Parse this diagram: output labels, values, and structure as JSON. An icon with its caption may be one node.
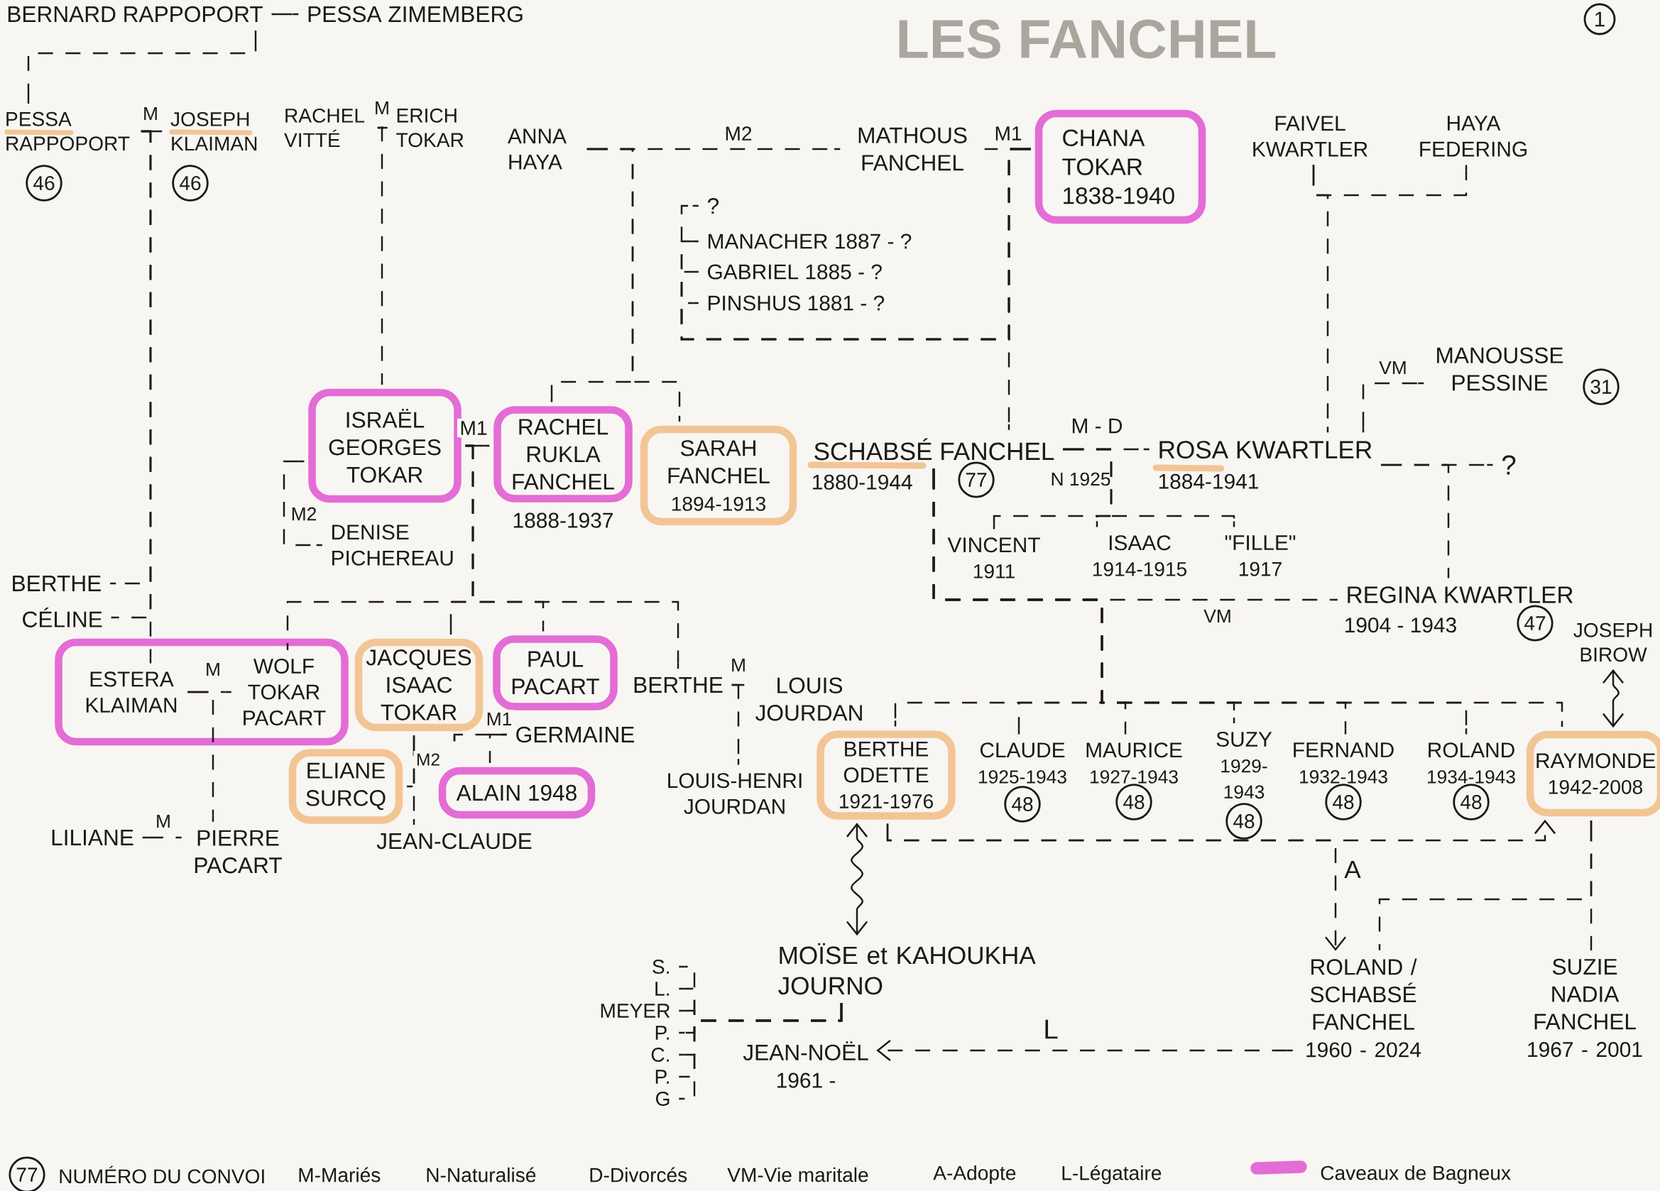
{
  "diagram": {
    "title": "LES FANCHEL",
    "nodes": [
      {
        "text": [
          "BERNARD RAPPOPORT"
        ]
      },
      {
        "text": [
          "PESSA ZIMEMBERG"
        ]
      },
      {
        "text": [
          "PESSA RAPPOPORT"
        ],
        "beside": [
          "46"
        ]
      },
      {
        "text": [
          "JOSEPH KLAIMAN"
        ],
        "beside": [
          "46"
        ]
      },
      {
        "text": [
          "RACHEL VITTÉ"
        ]
      },
      {
        "text": [
          "ERICH TOKAR"
        ]
      },
      {
        "text": [
          "ANNA HAYA"
        ]
      },
      {
        "text": [
          "MATHOUS FANCHEL"
        ]
      },
      {
        "text": [
          "CHANA TOKAR",
          "1838-1940"
        ]
      },
      {
        "text": [
          "FAIVEL KWARTLER"
        ]
      },
      {
        "text": [
          "HAYA FEDERING"
        ]
      },
      {
        "text": [
          "?"
        ]
      },
      {
        "text": [
          "MANACHER 1887 - ?"
        ]
      },
      {
        "text": [
          "GABRIEL 1885 - ?"
        ]
      },
      {
        "text": [
          "PINSHUS 1881 - ?"
        ]
      },
      {
        "text": [
          "ISRAËL GEORGES TOKAR"
        ]
      },
      {
        "text": [
          "RACHEL RUKLA FANCHEL",
          "1888-1937"
        ]
      },
      {
        "text": [
          "SARAH FANCHEL",
          "1894-1913"
        ]
      },
      {
        "text": [
          "SCHABSÉ FANCHEL",
          "1880-1944"
        ],
        "beside": [
          "77"
        ]
      },
      {
        "text": [
          "ROSA KWARTLER",
          "1884-1941"
        ]
      },
      {
        "text": [
          "MANOUSSE PESSINE"
        ],
        "beside": [
          "31"
        ]
      },
      {
        "text": [
          "?"
        ]
      },
      {
        "text": [
          "VINCENT",
          "1911"
        ]
      },
      {
        "text": [
          "ISAAC",
          "1914-1915"
        ]
      },
      {
        "text": [
          "\"FILLE\"",
          "1917"
        ]
      },
      {
        "text": [
          "DENISE PICHEREAU"
        ]
      },
      {
        "text": [
          "REGINA KWARTLER",
          "1904 - 1943"
        ],
        "beside": [
          "47"
        ]
      },
      {
        "text": [
          "JOSEPH BIROW"
        ]
      },
      {
        "text": [
          "BERTHE"
        ]
      },
      {
        "text": [
          "CÉLINE"
        ]
      },
      {
        "text": [],
        "shape": "box"
      },
      {
        "text": [
          "ESTERA KLAIMAN"
        ],
        "in": 30
      },
      {
        "text": [
          "WOLF TOKAR PACART"
        ],
        "in": 30
      },
      {
        "text": [
          "JACQUES ISAAC TOKAR"
        ]
      },
      {
        "text": [
          "PAUL PACART"
        ]
      },
      {
        "text": [
          "BERTHE"
        ]
      },
      {
        "text": [
          "LOUIS JOURDAN"
        ]
      },
      {
        "text": [
          "GERMAINE"
        ]
      },
      {
        "text": [
          "ELIANE SURCQ"
        ]
      },
      {
        "text": [
          "ALAIN 1948"
        ]
      },
      {
        "text": [
          "BERTHE ODETTE",
          "1921-1976"
        ]
      },
      {
        "text": [
          "CLAUDE",
          "1925-1943"
        ],
        "beside": [
          "48"
        ]
      },
      {
        "text": [
          "MAURICE",
          "1927-1943"
        ],
        "beside": [
          "48"
        ]
      },
      {
        "text": [
          "SUZY",
          "1929- 1943"
        ],
        "beside": [
          "48"
        ]
      },
      {
        "text": [
          "FERNAND",
          "1932-1943"
        ],
        "beside": [
          "48"
        ]
      },
      {
        "text": [
          "ROLAND",
          "1934-1943"
        ],
        "beside": [
          "48"
        ]
      },
      {
        "text": [
          "RAYMONDE",
          "1942-2008"
        ]
      },
      {
        "text": [
          "LILIANE"
        ]
      },
      {
        "text": [
          "PIERRE PACART"
        ]
      },
      {
        "text": [
          "LOUIS-HENRI JOURDAN"
        ]
      },
      {
        "text": [
          "JEAN-CLAUDE"
        ]
      },
      {
        "text": [
          "MOÏSE et KAHOUKHA JOURNO"
        ]
      },
      {
        "text": [
          "ROLAND / SCHABSÉ FANCHEL",
          "1960 - 2024"
        ]
      },
      {
        "text": [
          "SUZIE NADIA FANCHEL",
          "1967 - 2001"
        ]
      },
      {
        "text": [
          "S."
        ]
      },
      {
        "text": [
          "L."
        ]
      },
      {
        "text": [
          "MEYER"
        ]
      },
      {
        "text": [
          "P."
        ]
      },
      {
        "text": [
          "C."
        ]
      },
      {
        "text": [
          "P."
        ]
      },
      {
        "text": [
          "G"
        ]
      },
      {
        "text": [
          "JEAN-NOËL",
          "1961 -"
        ]
      }
    ],
    "edges": [
      {
        "from": 0,
        "to": 1,
        "arrow": "none",
        "style": "dashed"
      },
      {
        "from": 0,
        "to": 2,
        "arrow": "none",
        "style": "dashed"
      },
      {
        "from": 2,
        "to": 3,
        "arrow": "none",
        "label": "M",
        "style": "dashed"
      },
      {
        "from": 2,
        "to": 28,
        "arrow": "none",
        "style": "dashed"
      },
      {
        "from": 2,
        "to": 29,
        "arrow": "none",
        "style": "dashed"
      },
      {
        "from": 2,
        "to": 31,
        "arrow": "none",
        "style": "dashed"
      },
      {
        "from": 4,
        "to": 5,
        "arrow": "none",
        "label": "M",
        "style": "dashed"
      },
      {
        "from": 4,
        "to": 15,
        "arrow": "none",
        "style": "dashed"
      },
      {
        "from": 6,
        "to": 7,
        "arrow": "none",
        "label": "M2",
        "style": "dashed"
      },
      {
        "from": 6,
        "to": 16,
        "arrow": "none",
        "style": "dashed"
      },
      {
        "from": 6,
        "to": 17,
        "arrow": "none",
        "style": "dashed"
      },
      {
        "from": 7,
        "to": 8,
        "arrow": "none",
        "label": "M1",
        "style": "dashed"
      },
      {
        "from": 8,
        "to": 11,
        "arrow": "none",
        "style": "dashed"
      },
      {
        "from": 8,
        "to": 12,
        "arrow": "none",
        "style": "dashed"
      },
      {
        "from": 8,
        "to": 13,
        "arrow": "none",
        "style": "dashed"
      },
      {
        "from": 8,
        "to": 14,
        "arrow": "none",
        "style": "dashed"
      },
      {
        "from": 8,
        "to": 18,
        "arrow": "none",
        "style": "dashed"
      },
      {
        "from": 9,
        "to": 10,
        "arrow": "none",
        "style": "dashed"
      },
      {
        "from": 9,
        "to": 19,
        "arrow": "none",
        "style": "dashed"
      },
      {
        "from": 15,
        "to": 16,
        "arrow": "none",
        "label": "M1",
        "style": "dashed"
      },
      {
        "from": 15,
        "to": 25,
        "arrow": "none",
        "label": "M2",
        "style": "dashed"
      },
      {
        "from": 15,
        "to": 32,
        "arrow": "none",
        "style": "dashed"
      },
      {
        "from": 15,
        "to": 33,
        "arrow": "none",
        "style": "dashed"
      },
      {
        "from": 15,
        "to": 34,
        "arrow": "none",
        "style": "dashed"
      },
      {
        "from": 15,
        "to": 35,
        "arrow": "none",
        "style": "dashed"
      },
      {
        "from": 18,
        "to": 19,
        "arrow": "none",
        "label": "M - D",
        "style": "dashed"
      },
      {
        "from": 18,
        "to": 22,
        "arrow": "none",
        "style": "dashed"
      },
      {
        "from": 18,
        "to": 23,
        "arrow": "none",
        "style": "dashed"
      },
      {
        "from": 18,
        "to": 24,
        "arrow": "none",
        "style": "dashed"
      },
      {
        "from": 19,
        "to": 20,
        "arrow": "none",
        "label": "VM",
        "style": "dashed"
      },
      {
        "from": 19,
        "to": 21,
        "arrow": "none",
        "style": "dashed"
      },
      {
        "from": 19,
        "to": 26,
        "arrow": "none",
        "style": "dashed"
      },
      {
        "from": 18,
        "to": 26,
        "arrow": "none",
        "label": "VM",
        "style": "dashed"
      },
      {
        "from": 18,
        "to": 40,
        "arrow": "none",
        "style": "dashed"
      },
      {
        "from": 18,
        "to": 41,
        "arrow": "none",
        "style": "dashed"
      },
      {
        "from": 18,
        "to": 42,
        "arrow": "none",
        "style": "dashed"
      },
      {
        "from": 18,
        "to": 43,
        "arrow": "none",
        "style": "dashed"
      },
      {
        "from": 18,
        "to": 44,
        "arrow": "none",
        "style": "dashed"
      },
      {
        "from": 18,
        "to": 45,
        "arrow": "none",
        "style": "dashed"
      },
      {
        "from": 18,
        "to": 46,
        "arrow": "none",
        "style": "dashed"
      },
      {
        "from": 31,
        "to": 32,
        "arrow": "none",
        "label": "M",
        "style": "dashed"
      },
      {
        "from": 31,
        "to": 48,
        "arrow": "none",
        "style": "dashed"
      },
      {
        "from": 47,
        "to": 48,
        "arrow": "none",
        "label": "M",
        "style": "dashed"
      },
      {
        "from": 33,
        "to": 37,
        "arrow": "none",
        "label": "M1",
        "style": "dashed"
      },
      {
        "from": 37,
        "to": 39,
        "arrow": "none",
        "style": "dashed"
      },
      {
        "from": 33,
        "to": 38,
        "arrow": "none",
        "label": "M2",
        "style": "dashed"
      },
      {
        "from": 33,
        "to": 50,
        "arrow": "none",
        "style": "dashed"
      },
      {
        "from": 35,
        "to": 36,
        "arrow": "none",
        "label": "M",
        "style": "dashed"
      },
      {
        "from": 35,
        "to": 49,
        "arrow": "none",
        "style": "dashed"
      },
      {
        "from": 27,
        "to": 46,
        "arrow": "both"
      },
      {
        "from": 40,
        "to": 51,
        "arrow": "both"
      },
      {
        "from": 40,
        "to": 46,
        "arrow": "to",
        "style": "dashed"
      },
      {
        "from": 40,
        "to": 52,
        "arrow": "to",
        "label": "A",
        "style": "dashed"
      },
      {
        "from": 46,
        "to": 53,
        "arrow": "none",
        "style": "dashed"
      },
      {
        "from": 46,
        "to": 52,
        "arrow": "none",
        "style": "dashed"
      },
      {
        "from": 52,
        "to": 61,
        "arrow": "to",
        "label": "L",
        "style": "dashed"
      },
      {
        "from": 51,
        "to": 54,
        "arrow": "none",
        "style": "dashed"
      },
      {
        "from": 51,
        "to": 55,
        "arrow": "none",
        "style": "dashed"
      },
      {
        "from": 51,
        "to": 56,
        "arrow": "none",
        "style": "dashed"
      },
      {
        "from": 51,
        "to": 57,
        "arrow": "none",
        "style": "dashed"
      },
      {
        "from": 51,
        "to": 58,
        "arrow": "none",
        "style": "dashed"
      },
      {
        "from": 51,
        "to": 59,
        "arrow": "none",
        "style": "dashed"
      },
      {
        "from": 51,
        "to": 60,
        "arrow": "none",
        "style": "dashed"
      }
    ],
    "labels": [
      "1",
      "N 1925",
      "77",
      "M-Mariés",
      "N-Naturalisé",
      "D-Divorcés",
      "VM-Vie maritale",
      "A-Adopte",
      "L-Légataire"
    ],
    "legend": [
      {
        "text": "NUMÉRO DU CONVOI"
      },
      {
        "text": "Caveaux de Bagneux",
        "color": "#e46cd6"
      }
    ]
  }
}
